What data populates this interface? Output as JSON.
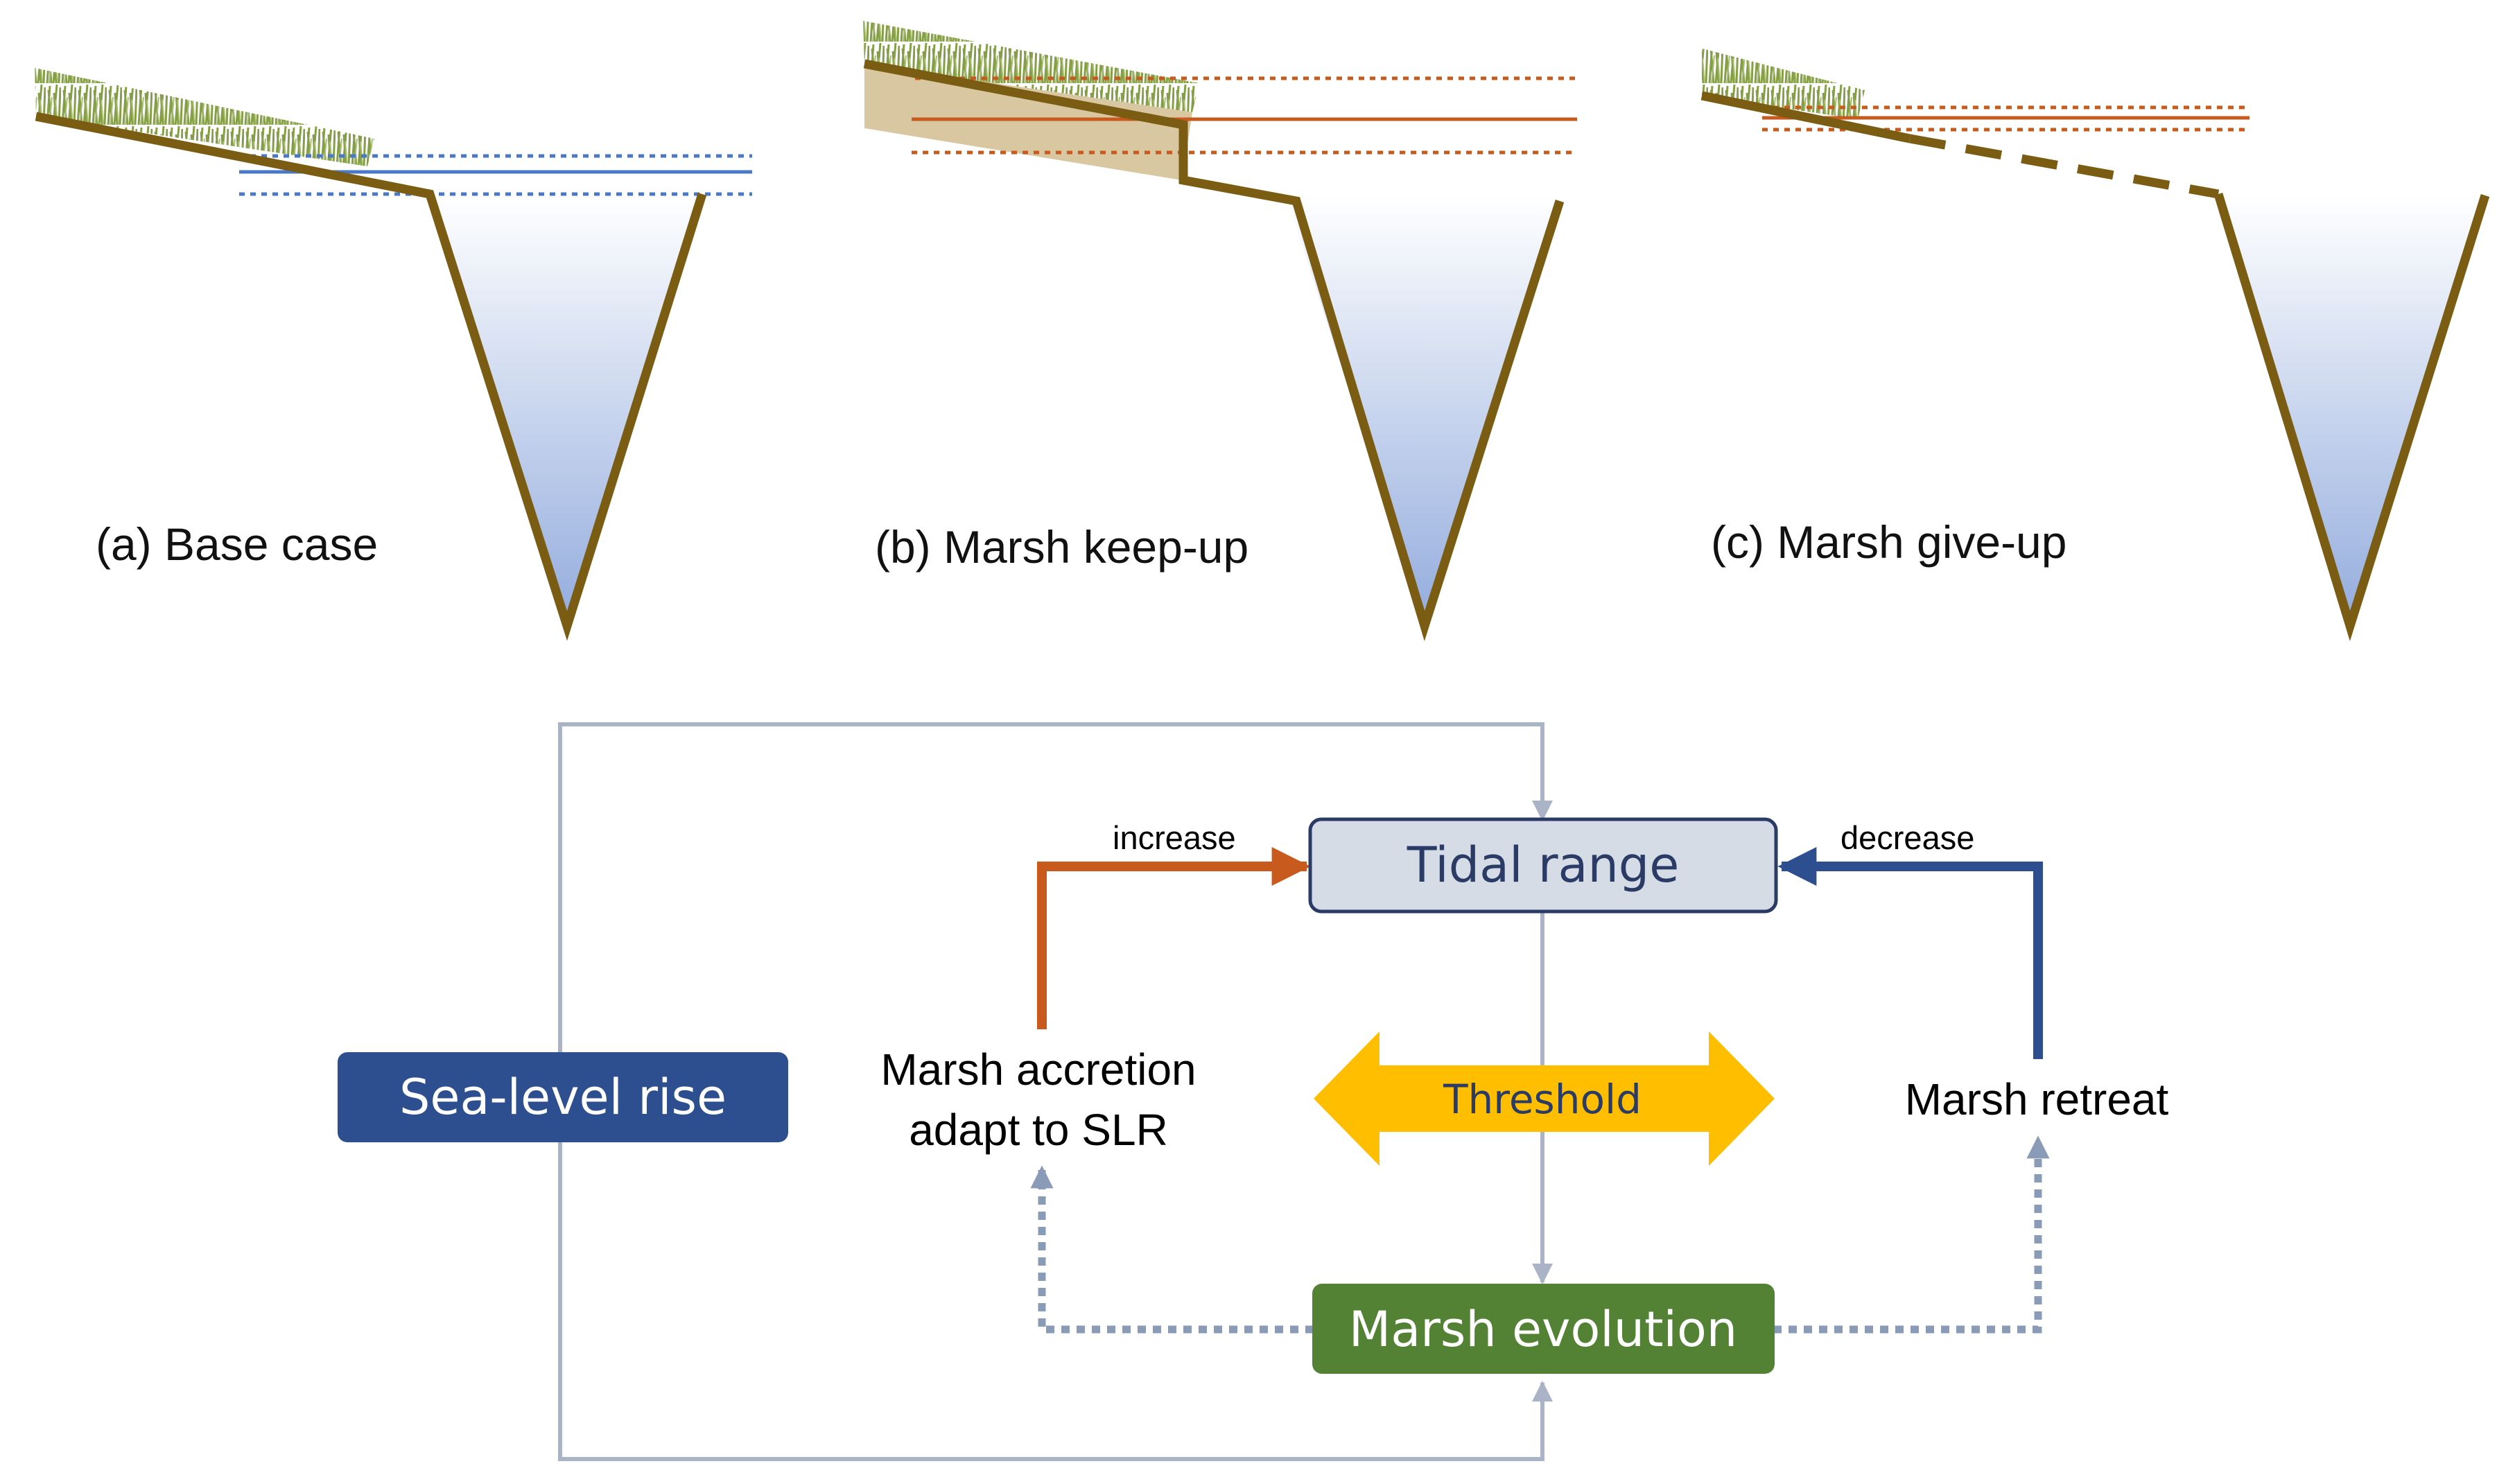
{
  "panels": {
    "a_label": "(a) Base case",
    "b_label": "(b) Marsh keep-up",
    "c_label": "(c) Marsh give-up"
  },
  "nodes": {
    "tidal_range": "Tidal range",
    "sea_level_rise": "Sea-level rise",
    "marsh_accretion_line1": "Marsh accretion",
    "marsh_accretion_line2": "adapt to SLR",
    "threshold": "Threshold",
    "marsh_retreat": "Marsh retreat",
    "marsh_evolution": "Marsh evolution"
  },
  "edges": {
    "increase": "increase",
    "decrease": "decrease"
  },
  "colors": {
    "bank": "#7a5c12",
    "water_top": "#ffffff",
    "water_bottom": "#93acdd",
    "grass": "#7e9a3c",
    "sediment": "#d8c7a1",
    "tide_blue": "#4a78c8",
    "tide_orange": "#c85a1e",
    "increase_arrow": "#c85a1e",
    "decrease_arrow": "#2e4f8f",
    "connector": "#aab4c6",
    "dotted_arrow": "#8a9bb8",
    "tidal_box_fill": "#d6dce6",
    "tidal_box_stroke": "#2a3b66",
    "slr_box": "#2e4f8f",
    "threshold_fill": "#ffbf00",
    "threshold_text": "#2a3b66",
    "evolution_box": "#548235"
  }
}
